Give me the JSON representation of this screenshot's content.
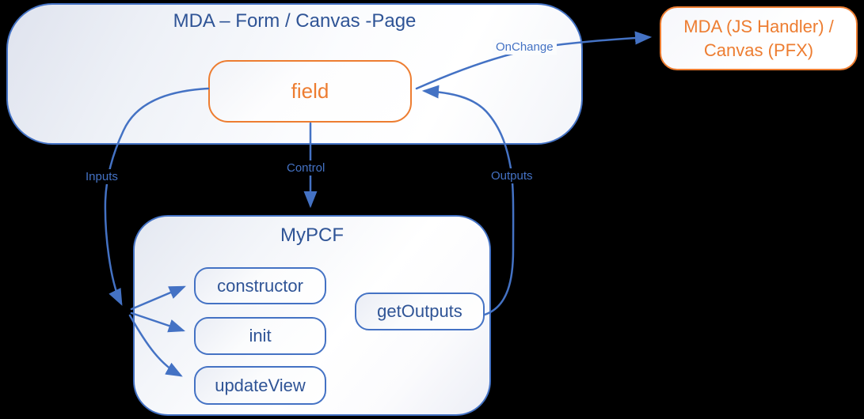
{
  "diagram": {
    "nodes": {
      "form_page": {
        "label": "MDA – Form / Canvas -Page"
      },
      "field": {
        "label": "field"
      },
      "js_handler": {
        "label": "MDA (JS Handler) / Canvas (PFX)"
      },
      "mypcf": {
        "label": "MyPCF"
      },
      "constructor": {
        "label": "constructor"
      },
      "init": {
        "label": "init"
      },
      "update_view": {
        "label": "updateView"
      },
      "get_outputs": {
        "label": "getOutputs"
      }
    },
    "edges": {
      "onchange": {
        "label": "OnChange",
        "from": "field",
        "to": "js_handler"
      },
      "control": {
        "label": "Control",
        "from": "field",
        "to": "mypcf"
      },
      "inputs": {
        "label": "Inputs",
        "from": "field",
        "to": "constructor / init / updateView"
      },
      "outputs": {
        "label": "Outputs",
        "from": "get_outputs",
        "to": "field"
      }
    },
    "colors": {
      "line_blue": "#4472C4",
      "text_blue": "#2F5496",
      "accent_orange": "#ED7D31",
      "page_background": "#000000",
      "shape_fill_light": "#FFFFFF",
      "shape_fill_shade": "#E4E8F1"
    }
  }
}
